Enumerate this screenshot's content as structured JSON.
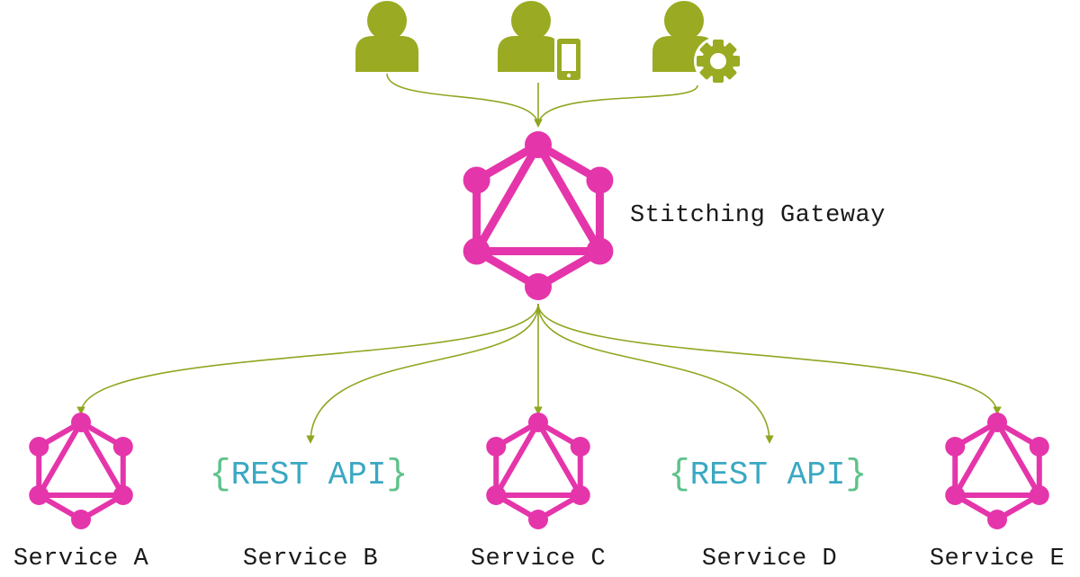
{
  "clients": [
    {
      "icon": "user-icon"
    },
    {
      "icon": "user-mobile-icon"
    },
    {
      "icon": "user-settings-icon"
    }
  ],
  "gateway": {
    "label": "Stitching Gateway",
    "icon": "graphql-icon"
  },
  "services": [
    {
      "label": "Service A",
      "kind": "graphql",
      "icon": "graphql-icon"
    },
    {
      "label": "Service B",
      "kind": "rest",
      "icon": "rest-api-icon",
      "rest": {
        "open": "{",
        "text": "REST API",
        "close": "}"
      }
    },
    {
      "label": "Service C",
      "kind": "graphql",
      "icon": "graphql-icon"
    },
    {
      "label": "Service D",
      "kind": "rest",
      "icon": "rest-api-icon",
      "rest": {
        "open": "{",
        "text": "REST API",
        "close": "}"
      }
    },
    {
      "label": "Service E",
      "kind": "graphql",
      "icon": "graphql-icon"
    }
  ],
  "colors": {
    "user": "#9aaa22",
    "arrow": "#8fa620",
    "graphql": "#e535ab",
    "rest_brace": "#5fc28a",
    "rest_text": "#3aa8c2",
    "label": "#1a1a1a"
  }
}
